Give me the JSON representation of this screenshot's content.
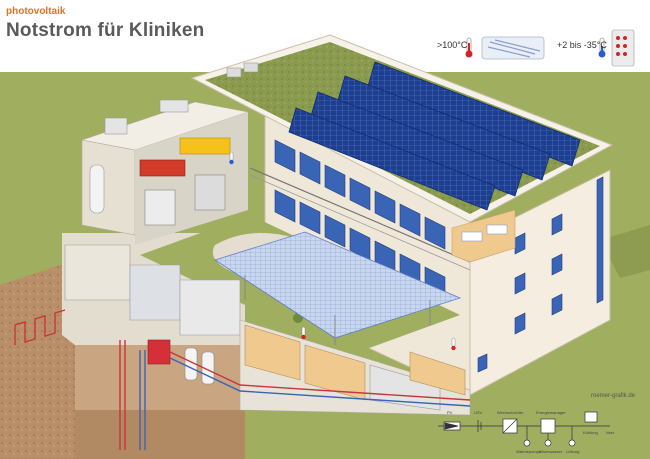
{
  "brand": "photovoltaik",
  "title": "Notstrom für Kliniken",
  "temperature_labels": {
    "left": ">100°C",
    "right": "+2 bis -35°C"
  },
  "credit": "roemer-grafik.de",
  "circuit": {
    "top_labels": [
      "PV",
      "USV",
      "Wechselrichter",
      "Energiemanager",
      "Kühlung",
      "Netz"
    ],
    "bottom_labels": [
      "Wärmepumpe",
      "Warmwasser",
      "Lüftung"
    ]
  },
  "colors": {
    "roof_green": "#8a9a4e",
    "ground_green": "#9fae5f",
    "solar_blue": "#1e3f8f",
    "facade": "#f4ede0",
    "heat_pipe_red": "#c8363a",
    "accent_orange": "#e8711c"
  }
}
